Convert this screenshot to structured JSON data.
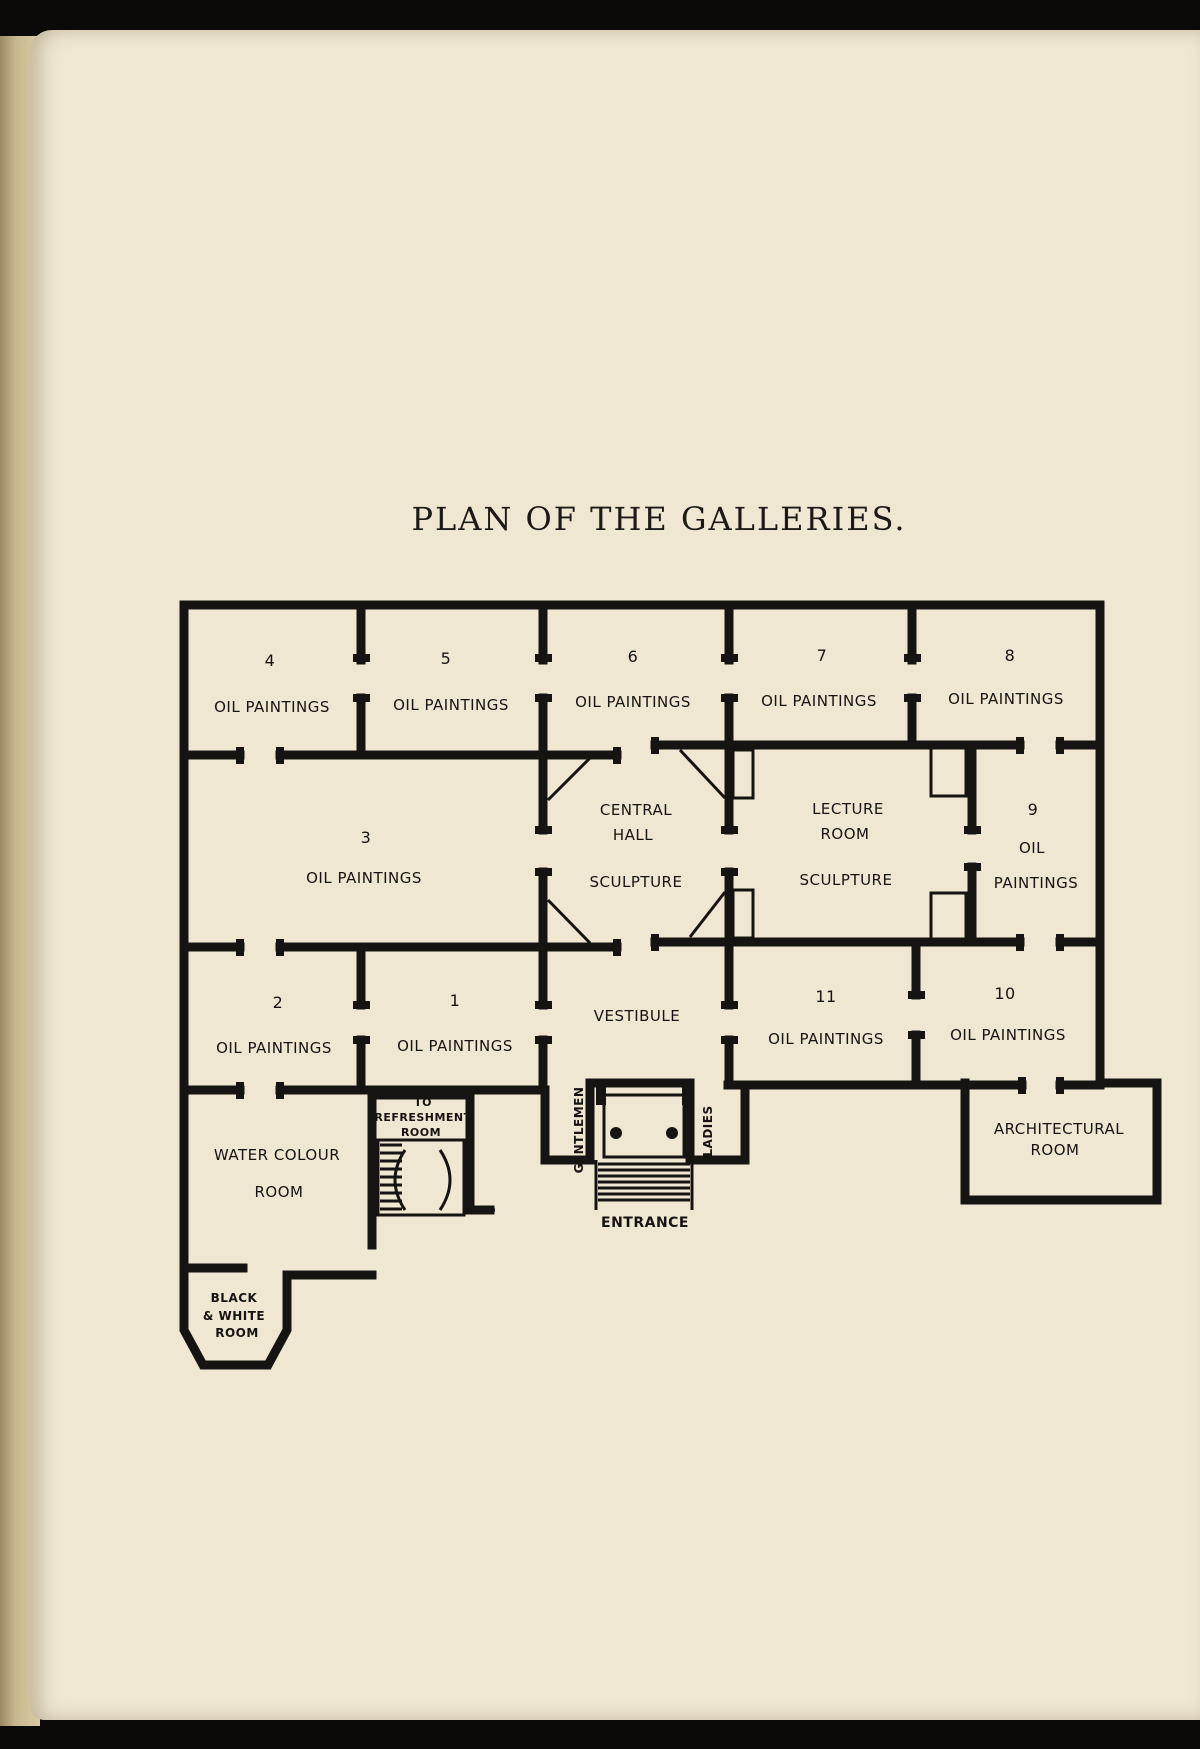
{
  "title": "PLAN OF THE GALLERIES.",
  "rooms": {
    "r1": {
      "number": "1",
      "label": "OIL PAINTINGS"
    },
    "r2": {
      "number": "2",
      "label": "OIL PAINTINGS"
    },
    "r3": {
      "number": "3",
      "label": "OIL PAINTINGS"
    },
    "r4": {
      "number": "4",
      "label": "OIL PAINTINGS"
    },
    "r5": {
      "number": "5",
      "label": "OIL PAINTINGS"
    },
    "r6": {
      "number": "6",
      "label": "OIL PAINTINGS"
    },
    "r7": {
      "number": "7",
      "label": "OIL PAINTINGS"
    },
    "r8": {
      "number": "8",
      "label": "OIL PAINTINGS"
    },
    "r9": {
      "number": "9",
      "label_line1": "OIL",
      "label_line2": "PAINTINGS"
    },
    "r10": {
      "number": "10",
      "label": "OIL PAINTINGS"
    },
    "r11": {
      "number": "11",
      "label": "OIL PAINTINGS"
    },
    "central_hall": {
      "line1": "CENTRAL",
      "line2": "HALL",
      "line3": "SCULPTURE"
    },
    "lecture_room": {
      "line1": "LECTURE",
      "line2": "ROOM",
      "line3": "SCULPTURE"
    },
    "vestibule": "VESTIBULE",
    "water_colour": {
      "line1": "WATER COLOUR",
      "line2": "ROOM"
    },
    "black_white": {
      "line1": "BLACK",
      "line2": "& WHITE",
      "line3": "ROOM"
    },
    "refreshment": {
      "line1": "TO",
      "line2": "REFRESHMENT",
      "line3": "ROOM"
    },
    "architectural": {
      "line1": "ARCHITECTURAL",
      "line2": "ROOM"
    },
    "gentlemen": "GENTLEMEN",
    "ladies": "LADIES",
    "entrance": "ENTRANCE"
  },
  "colors": {
    "paper": "#efe7d2",
    "ink": "#161412"
  }
}
